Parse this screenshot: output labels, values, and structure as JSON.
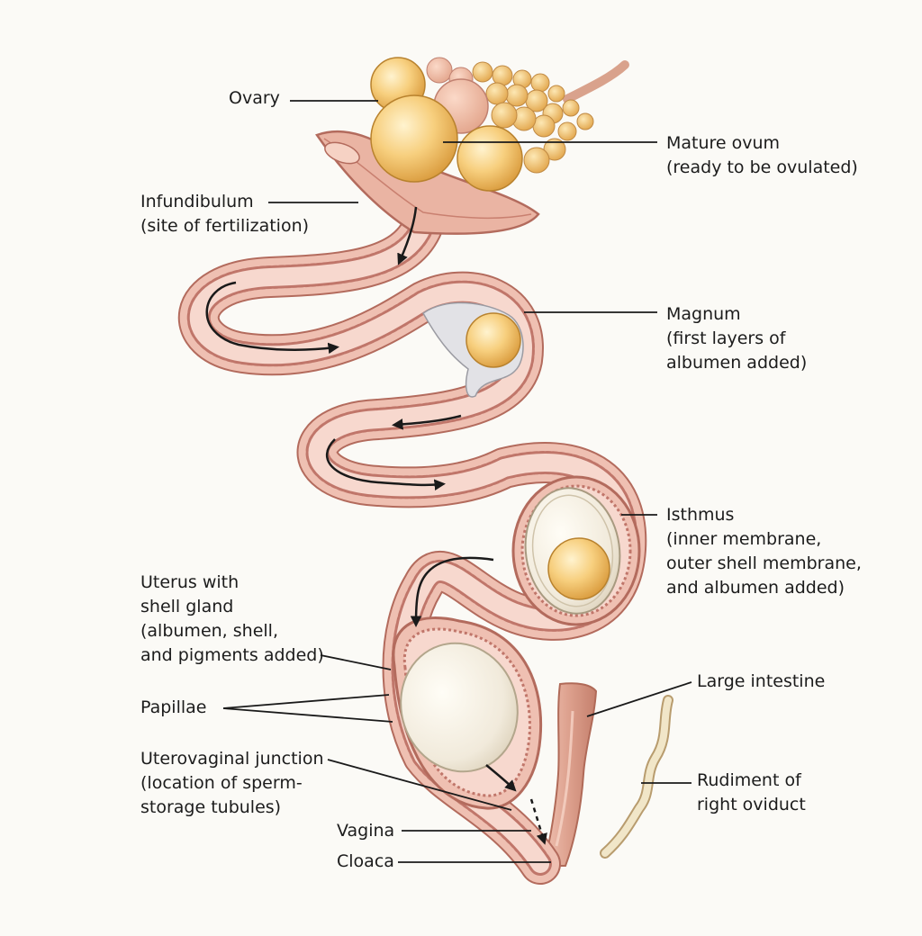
{
  "colors": {
    "tube_fill": "#efc0b2",
    "tube_stroke": "#b36b5d",
    "lumen": "#f7d8ce",
    "yolk": "#f2b752",
    "yolk_light": "#fbe3a4",
    "albumen_gray": "#d8d8dc",
    "shell": "#f4eee0",
    "intestine": "#e0a896",
    "rudiment": "#eee2c3",
    "line": "#1a1a1a"
  },
  "labels": {
    "ovary": [
      "Ovary"
    ],
    "mature_ovum": [
      "Mature ovum",
      "(ready to be ovulated)"
    ],
    "infundibulum": [
      "Infundibulum",
      "(site of fertilization)"
    ],
    "magnum": [
      "Magnum",
      "(first layers of",
      "albumen added)"
    ],
    "isthmus": [
      "Isthmus",
      "(inner membrane,",
      "outer shell membrane,",
      "and albumen added)"
    ],
    "uterus": [
      "Uterus with",
      "shell gland",
      "(albumen, shell,",
      "and pigments added)"
    ],
    "papillae": [
      "Papillae"
    ],
    "large_intestine": [
      "Large intestine"
    ],
    "uterovaginal": [
      "Uterovaginal junction",
      "(location of sperm-",
      "storage tubules)"
    ],
    "rudiment": [
      "Rudiment of",
      "right oviduct"
    ],
    "vagina": [
      "Vagina"
    ],
    "cloaca": [
      "Cloaca"
    ]
  },
  "icons": [
    "ovary-illustration",
    "oviduct-illustration",
    "egg-illustration",
    "intestine-illustration",
    "flow-arrow-icon"
  ]
}
